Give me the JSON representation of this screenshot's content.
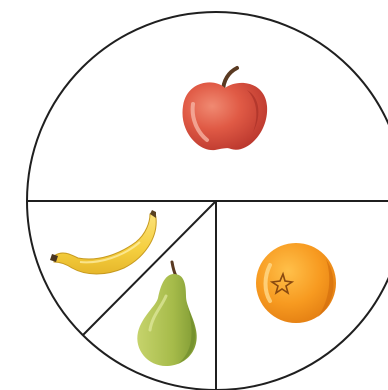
{
  "diagram": {
    "type": "fruit-fraction-circle",
    "outline_color": "#1f1f1f",
    "background": "#ffffff",
    "sections": [
      {
        "id": "top-half",
        "fraction": "1/2",
        "fruit": "apple",
        "icon": "apple-icon"
      },
      {
        "id": "bottom-right-quarter",
        "fraction": "1/4",
        "fruit": "orange",
        "icon": "orange-icon"
      },
      {
        "id": "bottom-left-upper-eighth",
        "fraction": "1/8",
        "fruit": "banana",
        "icon": "banana-icon"
      },
      {
        "id": "bottom-left-lower-eighth",
        "fraction": "1/8",
        "fruit": "pear",
        "icon": "pear-icon"
      }
    ],
    "colors": {
      "apple": "#d9493a",
      "orange": "#f4901c",
      "banana": "#f7d44c",
      "pear": "#a8bd4a"
    }
  }
}
